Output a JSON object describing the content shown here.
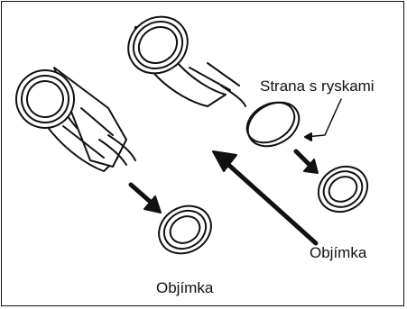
{
  "labels": {
    "marked_side": "Strana s ryskami",
    "sleeve_right": "Objímka",
    "sleeve_left": "Objímka"
  },
  "colors": {
    "line": "#111111",
    "background": "#ffffff"
  }
}
